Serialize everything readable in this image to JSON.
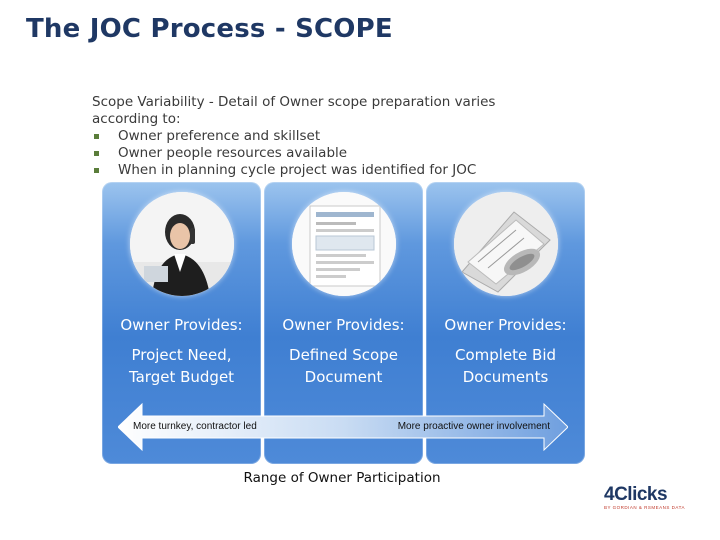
{
  "slide": {
    "title": "The JOC Process - SCOPE",
    "intro_line1": "Scope Variability - Detail of Owner scope preparation varies",
    "intro_line2": "according to:",
    "bullets": [
      "Owner preference and skillset",
      "Owner people resources available",
      "When in planning cycle project was identified for JOC"
    ]
  },
  "columns": [
    {
      "photo_icon": "businesswoman-phone-photo",
      "heading": "Owner Provides:",
      "detail_line1": "Project Need,",
      "detail_line2": "Target Budget"
    },
    {
      "photo_icon": "scope-document-photo",
      "heading": "Owner Provides:",
      "detail_line1": "Defined Scope",
      "detail_line2": "Document"
    },
    {
      "photo_icon": "blueprint-drawings-photo",
      "heading": "Owner Provides:",
      "detail_line1": "Complete Bid",
      "detail_line2": "Documents"
    }
  ],
  "arrow": {
    "left_label": "More turnkey, contractor led",
    "right_label": "More proactive owner involvement"
  },
  "range_label": "Range of Owner Participation",
  "logo": {
    "text": "4Clicks",
    "tagline": "BY GORDIAN & RSMEANS DATA"
  },
  "colors": {
    "title": "#1f3864",
    "column_blue": "#3f7fd2",
    "bullet": "#5a7d3a"
  }
}
